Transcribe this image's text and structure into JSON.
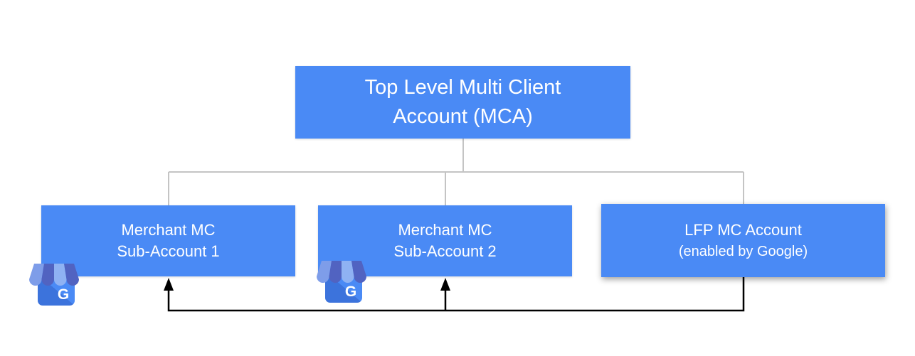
{
  "nodes": {
    "mca": {
      "line1": "Top Level Multi Client",
      "line2": "Account (MCA)"
    },
    "sub1": {
      "line1": "Merchant MC",
      "line2": "Sub-Account 1"
    },
    "sub2": {
      "line1": "Merchant MC",
      "line2": "Sub-Account 2"
    },
    "lfp": {
      "line1": "LFP MC Account",
      "line2": "(enabled by Google)"
    }
  },
  "icons": {
    "sub1_badge": "google-my-business-storefront-icon",
    "sub2_badge": "google-my-business-storefront-icon",
    "g_letter": "G"
  },
  "colors": {
    "node_fill": "#4a8af5",
    "node_text": "#ffffff",
    "tree_connector": "#c4c4c4",
    "feed_connector": "#000000",
    "background": "#ffffff",
    "icon_awning_light": "#7e9de9",
    "icon_awning_lighter": "#8fb2f3",
    "icon_awning_dark": "#5163c1",
    "icon_body_dark": "#3c73dc",
    "icon_body_light": "#4a8af5"
  }
}
